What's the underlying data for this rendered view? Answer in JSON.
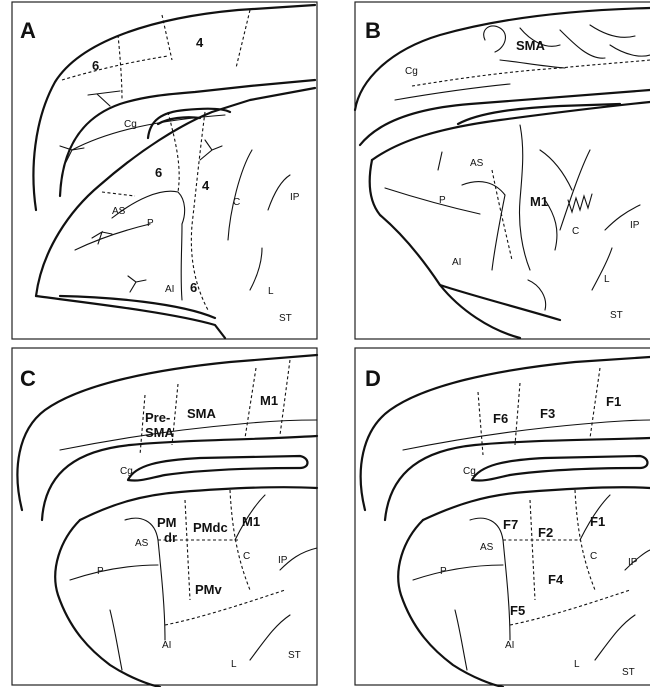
{
  "panels": [
    {
      "id": "A",
      "areas": [
        "6",
        "4",
        "6",
        "4",
        "6"
      ],
      "sulci": [
        "Cg",
        "AS",
        "P",
        "C",
        "IP",
        "AI",
        "L",
        "ST"
      ]
    },
    {
      "id": "B",
      "areas": [
        "SMA",
        "M1"
      ],
      "sulci": [
        "Cg",
        "AS",
        "P",
        "C",
        "IP",
        "AI",
        "L",
        "ST"
      ]
    },
    {
      "id": "C",
      "areas": [
        "Pre-",
        "SMA",
        "SMA",
        "M1",
        "M1",
        "PM",
        "dr",
        "PMdc",
        "PMv"
      ],
      "sulci": [
        "Cg",
        "AS",
        "P",
        "C",
        "IP",
        "AI",
        "L",
        "ST"
      ]
    },
    {
      "id": "D",
      "areas": [
        "F6",
        "F3",
        "F1",
        "F1",
        "F7",
        "F2",
        "F4",
        "F5"
      ],
      "sulci": [
        "Cg",
        "AS",
        "P",
        "C",
        "IP",
        "AI",
        "L",
        "ST"
      ]
    }
  ]
}
